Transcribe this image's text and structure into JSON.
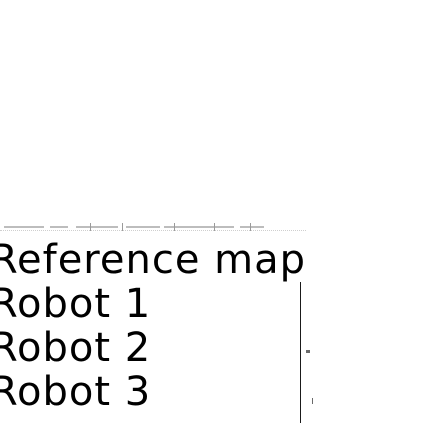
{
  "legend": {
    "title": "Reference map",
    "items": [
      {
        "label": "Robot 1"
      },
      {
        "label": "Robot 2"
      },
      {
        "label": "Robot 3"
      }
    ]
  },
  "colors": {
    "background": "#ffffff",
    "text": "#000000",
    "border": "#1a1a1a"
  }
}
